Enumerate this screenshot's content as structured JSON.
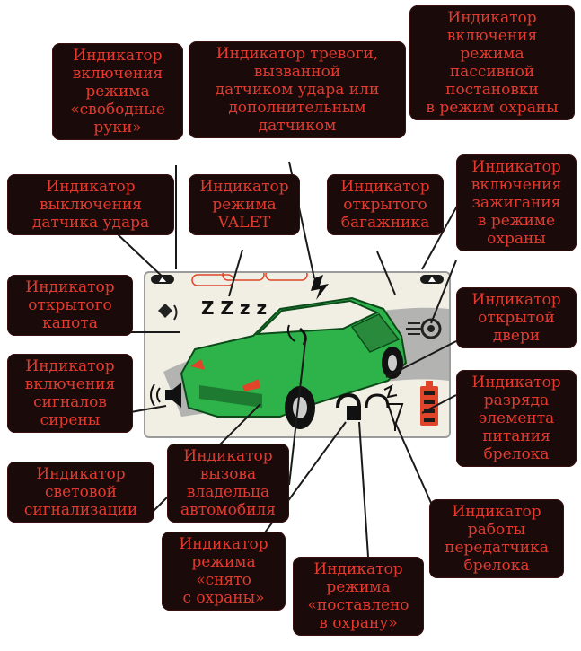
{
  "title": "",
  "labels": {
    "handsfree": [
      "Индикатор",
      "включения",
      "режима",
      "«свободные",
      "руки»"
    ],
    "alarm": [
      "Индикатор тревоги,",
      "вызванной",
      "датчиком удара или",
      "дополнительным",
      "датчиком"
    ],
    "passive": [
      "Индикатор",
      "включения",
      "режима",
      "пассивной",
      "постановки",
      "в режим охраны"
    ],
    "shock_off": [
      "Индикатор",
      "выключения",
      "датчика удара"
    ],
    "valet": [
      "Индикатор",
      "режима",
      "VALET"
    ],
    "trunk": [
      "Индикатор",
      "открытого",
      "багажника"
    ],
    "ignition": [
      "Индикатор",
      "включения",
      "зажигания",
      "в режиме",
      "охраны"
    ],
    "hood": [
      "Индикатор",
      "открытого",
      "капота"
    ],
    "door": [
      "Индикатор",
      "открытой",
      "двери"
    ],
    "siren": [
      "Индикатор",
      "включения",
      "сигналов",
      "сирены"
    ],
    "battery": [
      "Индикатор",
      "разряда",
      "элемента",
      "питания",
      "брелока"
    ],
    "lights": [
      "Индикатор",
      "световой",
      "сигнализации"
    ],
    "owner_call": [
      "Индикатор",
      "вызова",
      "владельца",
      "автомобиля"
    ],
    "disarmed": [
      "Индикатор",
      "режима",
      "«снято",
      "с охраны»"
    ],
    "armed": [
      "Индикатор",
      "режима",
      "«поставлено",
      "в охрану»"
    ],
    "transmitter": [
      "Индикатор",
      "работы",
      "передатчика",
      "брелока"
    ]
  },
  "lcd": {
    "zzz": "Z Z z z"
  },
  "colors": {
    "label_bg": "#1a0a0a",
    "label_text": "#e23a2e",
    "car": "#2db34a",
    "lcd_bg": "#f1efe4",
    "battery": "#e0452a"
  }
}
